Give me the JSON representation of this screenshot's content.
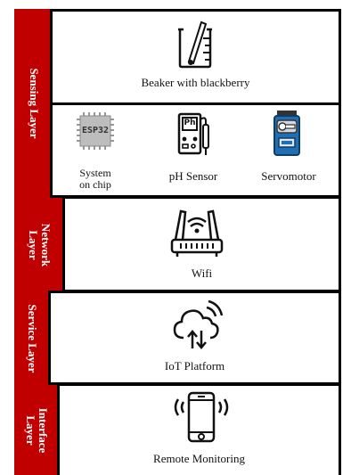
{
  "layers": {
    "sensing": "Sensing Layer",
    "network": "Network\nLayer",
    "service": "Service Layer",
    "interface": "Interface\nLayer"
  },
  "sensing": {
    "beaker_caption": "Beaker with blackberry",
    "chip_label": "ESP32",
    "soc_caption": "System\non chip",
    "ph_caption": "pH Sensor",
    "ph_display": "Ph",
    "servo_caption": "Servomotor"
  },
  "network": {
    "wifi_caption": "Wifi"
  },
  "service": {
    "iot_caption": "IoT Platform"
  },
  "interface": {
    "remote_caption": "Remote Monitoring"
  },
  "colors": {
    "band": "#c00000",
    "border": "#000000",
    "servo": "#1f6fb5"
  }
}
